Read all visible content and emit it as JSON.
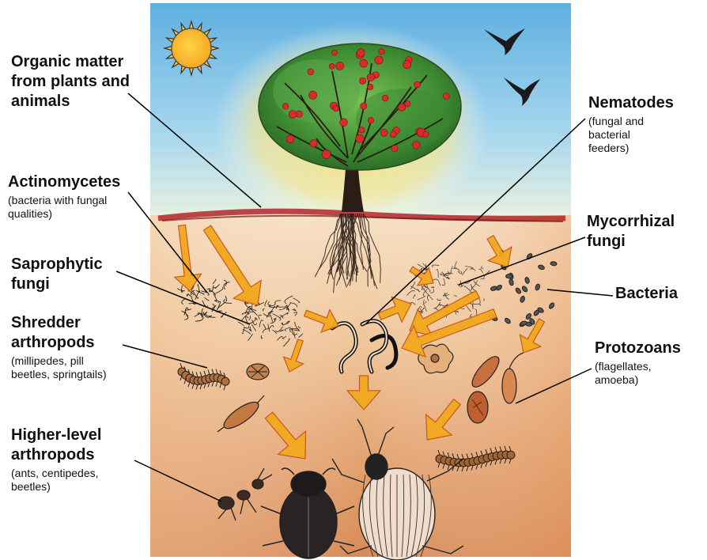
{
  "labels": {
    "organic_matter": {
      "title": "Organic matter from plants and animals"
    },
    "actinomycetes": {
      "title": "Actinomycetes",
      "sub": "(bacteria with fungal qualities)"
    },
    "saprophytic_fungi": {
      "title": "Saprophytic fungi"
    },
    "shredder_arthropods": {
      "title": "Shredder arthropods",
      "sub": "(millipedes, pill beetles, springtails)"
    },
    "higher_level_arthropods": {
      "title": "Higher-level arthropods",
      "sub": "(ants, centipedes, beetles)"
    },
    "nematodes": {
      "title": "Nematodes",
      "sub": "(fungal and bacterial feeders)"
    },
    "mycorrhizal_fungi": {
      "title": "Mycorrhizal fungi"
    },
    "bacteria": {
      "title": "Bacteria"
    },
    "protozoans": {
      "title": "Protozoans",
      "sub": "(flagellates, amoeba)"
    }
  },
  "colors": {
    "sky": "#8cc6e6",
    "sun": "#f4b731",
    "foliage": "#4e9b3c",
    "fruit": "#d92b2b",
    "trunk": "#2a1d16",
    "ground_line": "#b3262a",
    "soil_light": "#f3d3b1",
    "soil_dark": "#d98f5a",
    "arrow": "#f2a81d",
    "leader_line": "#000000"
  }
}
